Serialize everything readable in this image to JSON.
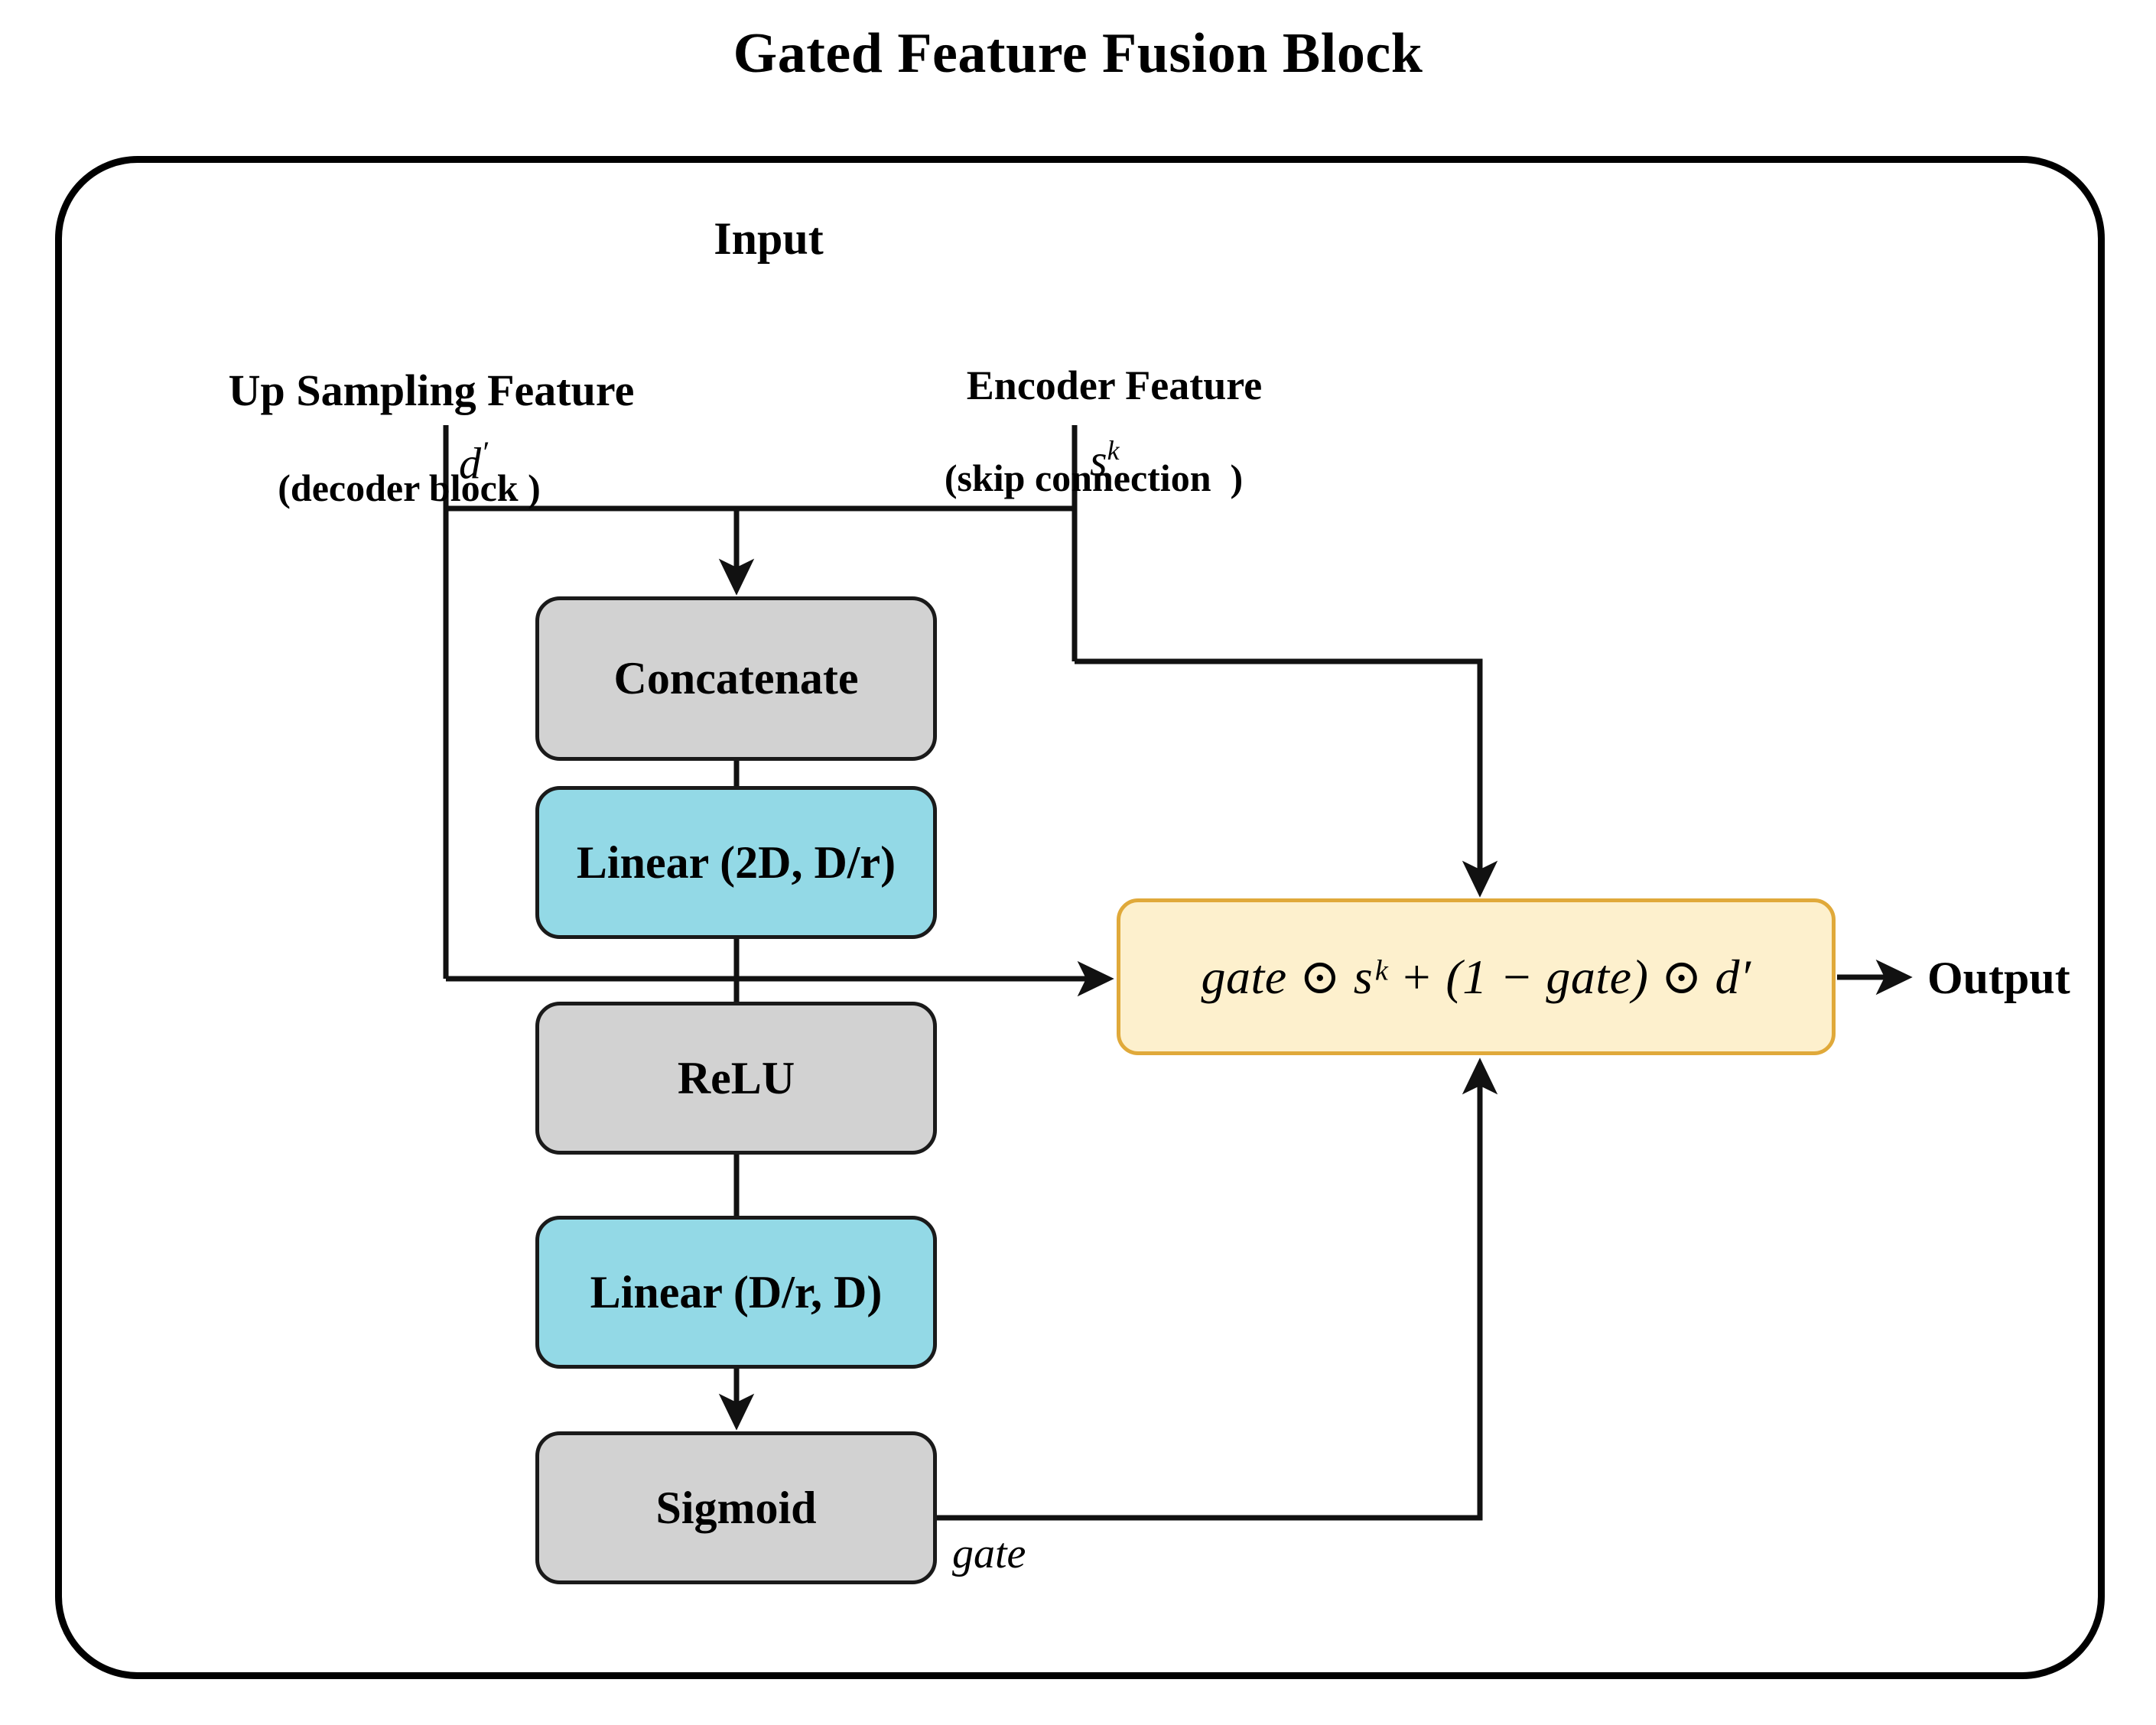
{
  "figure": {
    "title": "Gated Feature Fusion Block",
    "panel_label": "Input"
  },
  "inputs": {
    "left": {
      "name": "Up Sampling Feature",
      "sub": "(decoder block )",
      "symbol": "d",
      "symbol_prime": "′"
    },
    "right": {
      "name": "Encoder Feature",
      "sub": "(skip connection  )",
      "symbol": "s",
      "symbol_sup": "k"
    }
  },
  "nodes": [
    {
      "id": "concatenate",
      "label": "Concatenate",
      "fill": "#d2d2d2"
    },
    {
      "id": "linear_1",
      "label": "Linear (2D, D/r)",
      "fill": "#93d9e6"
    },
    {
      "id": "relu",
      "label": "ReLU",
      "fill": "#d2d2d2"
    },
    {
      "id": "linear_2",
      "label": "Linear (D/r, D)",
      "fill": "#93d9e6"
    },
    {
      "id": "sigmoid",
      "label": "Sigmoid",
      "fill": "#d2d2d2"
    }
  ],
  "fusion": {
    "formula": "gate ⊙ sᵏ + (1 − gate) ⊙ d′",
    "fill": "#fdf0cd",
    "border": "#e0a93a"
  },
  "edge_labels": {
    "gate": "gate"
  },
  "output": {
    "label": "Output"
  },
  "colors": {
    "gray": "#d2d2d2",
    "cyan": "#93d9e6",
    "yellow_fill": "#fdf0cd",
    "yellow_border": "#e0a93a",
    "stroke": "#1a1a1a",
    "background": "#ffffff"
  }
}
